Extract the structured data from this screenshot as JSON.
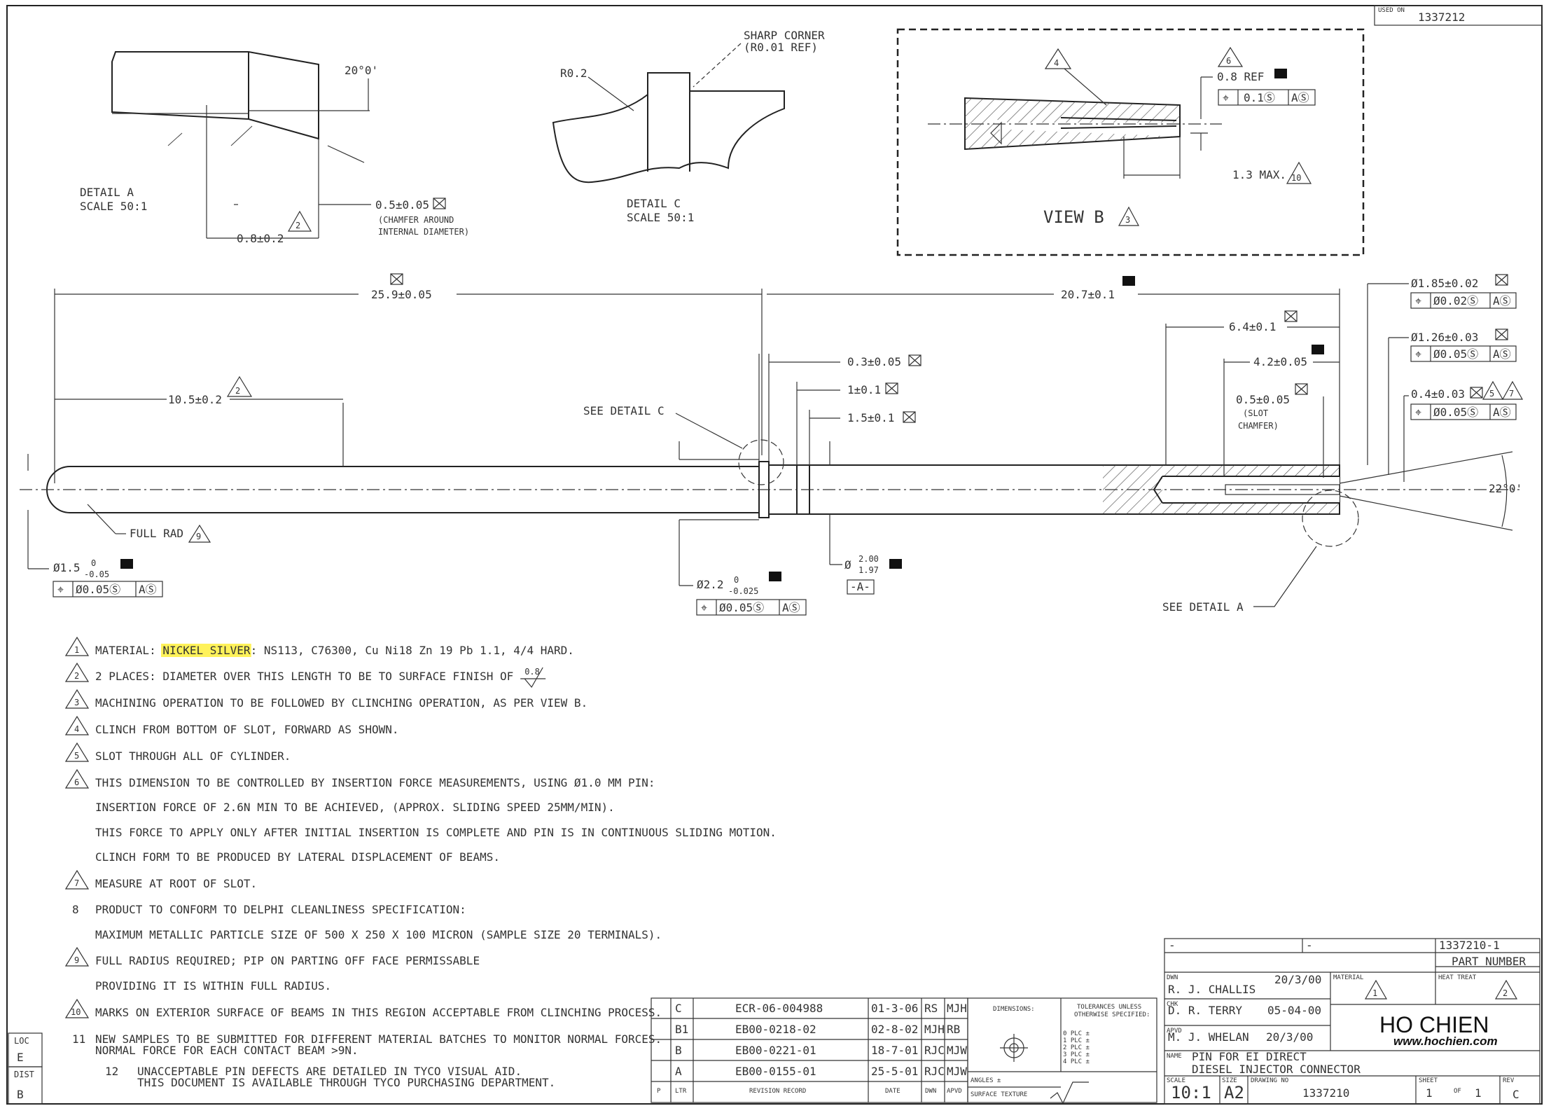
{
  "used_on": {
    "label": "USED ON",
    "value": "1337212"
  },
  "details": {
    "a": {
      "title": "DETAIL A",
      "scale": "SCALE 50:1",
      "angle": "20°0'",
      "chamfer": "0.5±0.05",
      "chamfer_note_1": "(CHAMFER AROUND",
      "chamfer_note_2": "INTERNAL DIAMETER)",
      "width": "0.8±0.2",
      "note_ref": "2"
    },
    "c": {
      "title": "DETAIL C",
      "scale": "SCALE 50:1",
      "radius": "R0.2",
      "corner_1": "SHARP CORNER",
      "corner_2": "(R0.01 REF)"
    },
    "view_b": {
      "title": "VIEW B",
      "title_ref": "3",
      "clinch_ref": "4",
      "ref_dim": "0.8 REF",
      "ref_dim_ref": "6",
      "tol": "0.1Ⓢ",
      "datum": "AⓈ",
      "max": "1.3 MAX.",
      "max_ref": "10"
    }
  },
  "dims": {
    "overall_left": "25.9±0.05",
    "overall_right": "20.7±0.1",
    "len_10_5": "10.5±0.2",
    "len_10_5_ref": "2",
    "d_0_3": "0.3±0.05",
    "d_1": "1±0.1",
    "d_1_5": "1.5±0.1",
    "d_6_4": "6.4±0.1",
    "d_4_2": "4.2±0.05",
    "slot_chamfer_1": "0.5±0.05",
    "slot_chamfer_2": "(SLOT",
    "slot_chamfer_3": "CHAMFER)",
    "see_detail_c": "SEE DETAIL C",
    "see_detail_a": "SEE DETAIL A",
    "full_rad": "FULL RAD",
    "full_rad_ref": "9",
    "dia_1_5": "Ø1.5",
    "dia_1_5_up": "0",
    "dia_1_5_low": "-0.05",
    "dia_2_2": "Ø2.2",
    "dia_2_2_up": "0",
    "dia_2_2_low": "-0.025",
    "dia_2_00": "Ø",
    "dia_2_00_up": "2.00",
    "dia_2_00_low": "1.97",
    "datum_a": "-A-",
    "dia_1_85": "Ø1.85±0.02",
    "dia_1_26": "Ø1.26±0.03",
    "dim_0_4": "0.4±0.03",
    "dim_0_4_ref1": "5",
    "dim_0_4_ref2": "7",
    "angle_22": "22°0'",
    "fcf_pos": "⌖",
    "fcf_005": "Ø0.05Ⓢ",
    "fcf_002": "Ø0.02Ⓢ",
    "fcf_datum": "AⓈ"
  },
  "notes": [
    {
      "n": "1",
      "tri": true,
      "pre": "MATERIAL: ",
      "hl": "NICKEL SILVER",
      "post": ": NS113, C76300, Cu Ni18 Zn 19 Pb 1.1, 4/4 HARD."
    },
    {
      "n": "2",
      "tri": true,
      "pre": "2 PLACES: DIAMETER OVER THIS LENGTH TO BE TO SURFACE FINISH OF",
      "hl": "",
      "post": "",
      "finish": "0.8"
    },
    {
      "n": "3",
      "tri": true,
      "pre": "MACHINING OPERATION TO BE FOLLOWED BY CLINCHING OPERATION, AS PER VIEW B.",
      "hl": "",
      "post": ""
    },
    {
      "n": "4",
      "tri": true,
      "pre": "CLINCH FROM BOTTOM OF SLOT, FORWARD AS SHOWN.",
      "hl": "",
      "post": ""
    },
    {
      "n": "5",
      "tri": true,
      "pre": "SLOT THROUGH ALL OF CYLINDER.",
      "hl": "",
      "post": ""
    },
    {
      "n": "6",
      "tri": true,
      "pre": "THIS DIMENSION TO BE CONTROLLED BY INSERTION FORCE MEASUREMENTS, USING Ø1.0 MM PIN:",
      "hl": "",
      "post": ""
    },
    {
      "n": "",
      "tri": false,
      "pre": "INSERTION FORCE OF 2.6N MIN TO BE ACHIEVED, (APPROX. SLIDING SPEED 25MM/MIN).",
      "hl": "",
      "post": ""
    },
    {
      "n": "",
      "tri": false,
      "pre": "THIS FORCE TO APPLY ONLY AFTER INITIAL INSERTION IS COMPLETE AND PIN IS IN CONTINUOUS SLIDING MOTION.",
      "hl": "",
      "post": ""
    },
    {
      "n": "",
      "tri": false,
      "pre": "CLINCH FORM TO BE PRODUCED BY LATERAL DISPLACEMENT OF BEAMS.",
      "hl": "",
      "post": ""
    },
    {
      "n": "7",
      "tri": true,
      "pre": "MEASURE AT ROOT OF SLOT.",
      "hl": "",
      "post": ""
    },
    {
      "n": "8",
      "tri": false,
      "pre": "PRODUCT TO CONFORM TO DELPHI CLEANLINESS SPECIFICATION:",
      "hl": "",
      "post": ""
    },
    {
      "n": "",
      "tri": false,
      "pre": "MAXIMUM METALLIC PARTICLE SIZE OF 500 X 250 X 100 MICRON (SAMPLE SIZE 20 TERMINALS).",
      "hl": "",
      "post": ""
    },
    {
      "n": "9",
      "tri": true,
      "pre": "FULL RADIUS REQUIRED; PIP ON PARTING OFF FACE PERMISSABLE",
      "hl": "",
      "post": ""
    },
    {
      "n": "",
      "tri": false,
      "pre": "PROVIDING IT IS WITHIN FULL RADIUS.",
      "hl": "",
      "post": ""
    },
    {
      "n": "10",
      "tri": true,
      "pre": "MARKS ON EXTERIOR SURFACE OF BEAMS IN THIS REGION ACCEPTABLE FROM CLINCHING PROCESS.",
      "hl": "",
      "post": ""
    },
    {
      "n": "11",
      "tri": false,
      "pre": "NEW SAMPLES TO BE SUBMITTED FOR DIFFERENT MATERIAL BATCHES TO MONITOR NORMAL FORCES.",
      "hl": "",
      "post": ""
    },
    {
      "n": "",
      "tri": false,
      "pre": "NORMAL FORCE FOR EACH CONTACT BEAM >9N.",
      "hl": "",
      "post": ""
    },
    {
      "n": "12",
      "tri": false,
      "pre": "UNACCEPTABLE PIN DEFECTS ARE DETAILED IN TYCO VISUAL AID.",
      "hl": "",
      "post": ""
    },
    {
      "n": "",
      "tri": false,
      "pre": "THIS DOCUMENT IS AVAILABLE THROUGH TYCO PURCHASING DEPARTMENT.",
      "hl": "",
      "post": ""
    }
  ],
  "loc": {
    "label": "LOC",
    "value": "E"
  },
  "dist": {
    "label": "DIST",
    "value": "B"
  },
  "revisions": {
    "rows": [
      {
        "ltr": "C",
        "record": "ECR-06-004988",
        "date": "01-3-06",
        "dwn": "RS",
        "apvd": "MJH"
      },
      {
        "ltr": "B1",
        "record": "EB00-0218-02",
        "date": "02-8-02",
        "dwn": "MJH",
        "apvd": "RB"
      },
      {
        "ltr": "B",
        "record": "EB00-0221-01",
        "date": "18-7-01",
        "dwn": "RJC",
        "apvd": "MJW"
      },
      {
        "ltr": "A",
        "record": "EB00-0155-01",
        "date": "25-5-01",
        "dwn": "RJC",
        "apvd": "MJW"
      }
    ],
    "header": {
      "p": "P",
      "ltr": "LTR",
      "record": "REVISION RECORD",
      "date": "DATE",
      "dwn": "DWN",
      "apvd": "APVD"
    }
  },
  "tolerances": {
    "dimensions": "DIMENSIONS:",
    "tol_1": "TOLERANCES UNLESS",
    "tol_2": "OTHERWISE SPECIFIED:",
    "plc": [
      "0 PLC  ±",
      "1 PLC  ±",
      "2 PLC  ±",
      "3 PLC  ±",
      "4 PLC  ±"
    ],
    "angles": "ANGLES ±",
    "surface": "SURFACE TEXTURE"
  },
  "title_block": {
    "top_cells": [
      "-",
      "-",
      "1337210-1"
    ],
    "part_number": "PART NUMBER",
    "dwn_label": "DWN",
    "dwn": "R. J. CHALLIS",
    "dwn_date": "20/3/00",
    "chk_label": "CHK",
    "chk": "D. R. TERRY",
    "chk_date": "05-04-00",
    "apvd_label": "APVD",
    "apvd": "M. J. WHELAN",
    "apvd_date": "20/3/00",
    "material_label": "MATERIAL",
    "material_ref": "1",
    "heat_label": "HEAT TREAT",
    "heat_ref": "2",
    "company": "HO CHIEN",
    "company_url": "www.hochien.com",
    "name_label": "NAME",
    "name_1": "PIN FOR EI DIRECT",
    "name_2": "DIESEL INJECTOR CONNECTOR",
    "scale_label": "SCALE",
    "scale": "10:1",
    "size_label": "SIZE",
    "size": "A2",
    "drawing_label": "DRAWING NO",
    "drawing": "1337210",
    "sheet_label": "SHEET",
    "sheet": "1",
    "of": "OF",
    "sheets": "1",
    "rev_label": "REV",
    "rev": "C"
  }
}
